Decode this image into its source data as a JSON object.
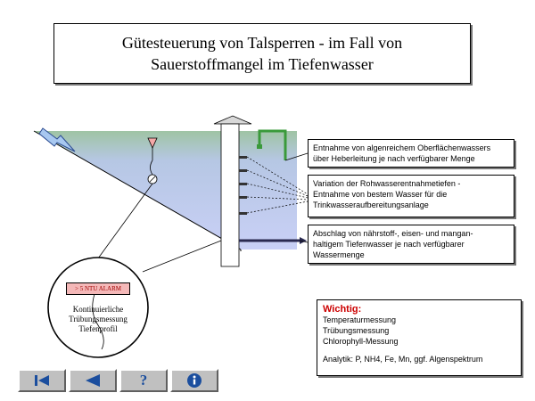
{
  "title": {
    "line1": "Gütesteuerung von Talsperren -  im Fall von",
    "line2": "Sauerstoffmangel im Tiefenwasser"
  },
  "callouts": [
    {
      "line1": "Entnahme von algenreichem Oberflächenwassers",
      "line2": "über Heberleitung je nach verfügbarer Menge"
    },
    {
      "line1": "Variation der Rohwasserentnahmetiefen -",
      "line2": "Entnahme von bestem Wasser für die",
      "line3": "Trinkwasseraufbereitungsanlage"
    },
    {
      "line1": "Abschlag von nährstoff-, eisen- und mangan-",
      "line2": "haltigem Tiefenwasser je nach verfügbarer",
      "line3": "Wassermenge"
    }
  ],
  "sensor": {
    "alarm": "> 5 NTU ALARM",
    "line1": "Kontinuierliche",
    "line2": "Trübungsmessung",
    "line3": "Tiefenprofil"
  },
  "important": {
    "header": "Wichtig:",
    "items": [
      "Temperaturmessung",
      "Trübungsmessung",
      "Chlorophyll-Messung"
    ],
    "analytics": "Analytik: P, NH4, Fe, Mn, ggf. Algenspektrum"
  },
  "nav": {
    "help_glyph": "?"
  },
  "colors": {
    "water_top": "#9fc4a4",
    "water_bottom": "#c8d2f4",
    "pipe_green": "#3a9a3a",
    "alarm_fill": "#f4b8b8",
    "nav_icon": "#1b4e9e",
    "important_header": "#cc0000"
  },
  "icons": [
    "inflow-arrow-icon",
    "float-buoy-icon",
    "first-page-icon",
    "previous-page-icon",
    "help-icon",
    "info-icon"
  ]
}
